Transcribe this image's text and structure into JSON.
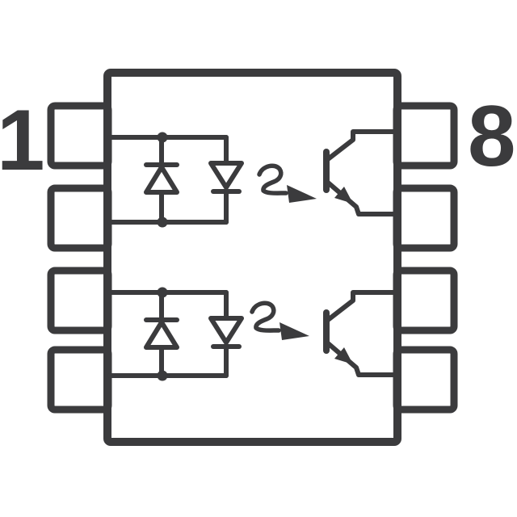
{
  "diagram": {
    "type": "schematic",
    "description": "8-pin dual-channel optocoupler internal circuit diagram",
    "package": "8-pin DIP, 4 pin pads per side",
    "pin_labels": {
      "left_top": "1",
      "right_top": "8"
    },
    "channels": [
      {
        "name": "channel-1",
        "input": "anti-parallel LED pair between pin 1 and pin 2",
        "output": "phototransistor collector to pin 8, emitter to pin 7"
      },
      {
        "name": "channel-2",
        "input": "anti-parallel LED pair between pin 3 and pin 4",
        "output": "phototransistor collector to pin 6, emitter to pin 5"
      }
    ],
    "icons": {
      "led_pair": "anti-parallel-diode-pair-icon",
      "light_transfer": "light-emission-squiggle-arrow-icon",
      "output_device": "phototransistor-icon"
    }
  },
  "colors": {
    "stroke": "#3b3b3d",
    "background": "#ffffff"
  }
}
